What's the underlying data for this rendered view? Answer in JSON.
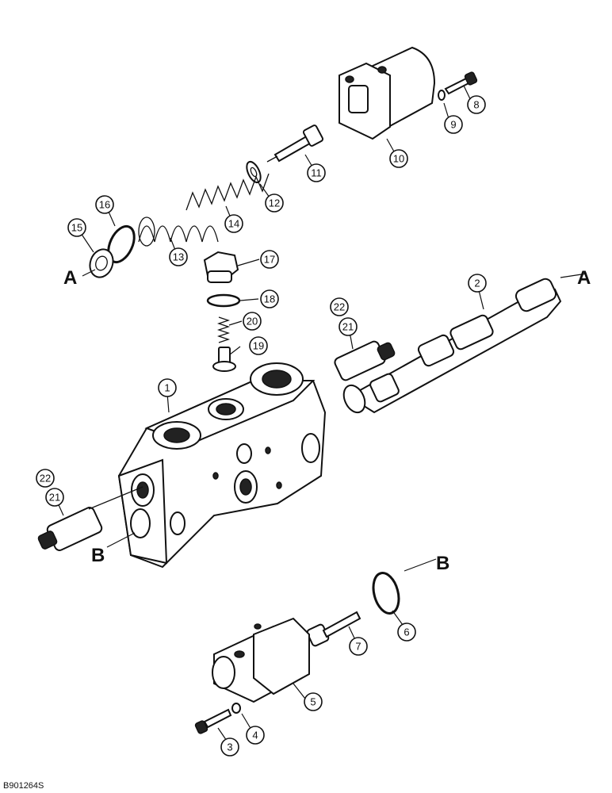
{
  "figure": {
    "drawing_number": "B901264S",
    "reference_letters": {
      "a_left": "A",
      "a_right": "A",
      "b_left": "B",
      "b_right": "B"
    },
    "callouts": [
      "1",
      "2",
      "3",
      "4",
      "5",
      "6",
      "7",
      "8",
      "9",
      "10",
      "11",
      "12",
      "13",
      "14",
      "15",
      "16",
      "17",
      "18",
      "19",
      "20",
      "21",
      "22",
      "21",
      "22"
    ]
  }
}
